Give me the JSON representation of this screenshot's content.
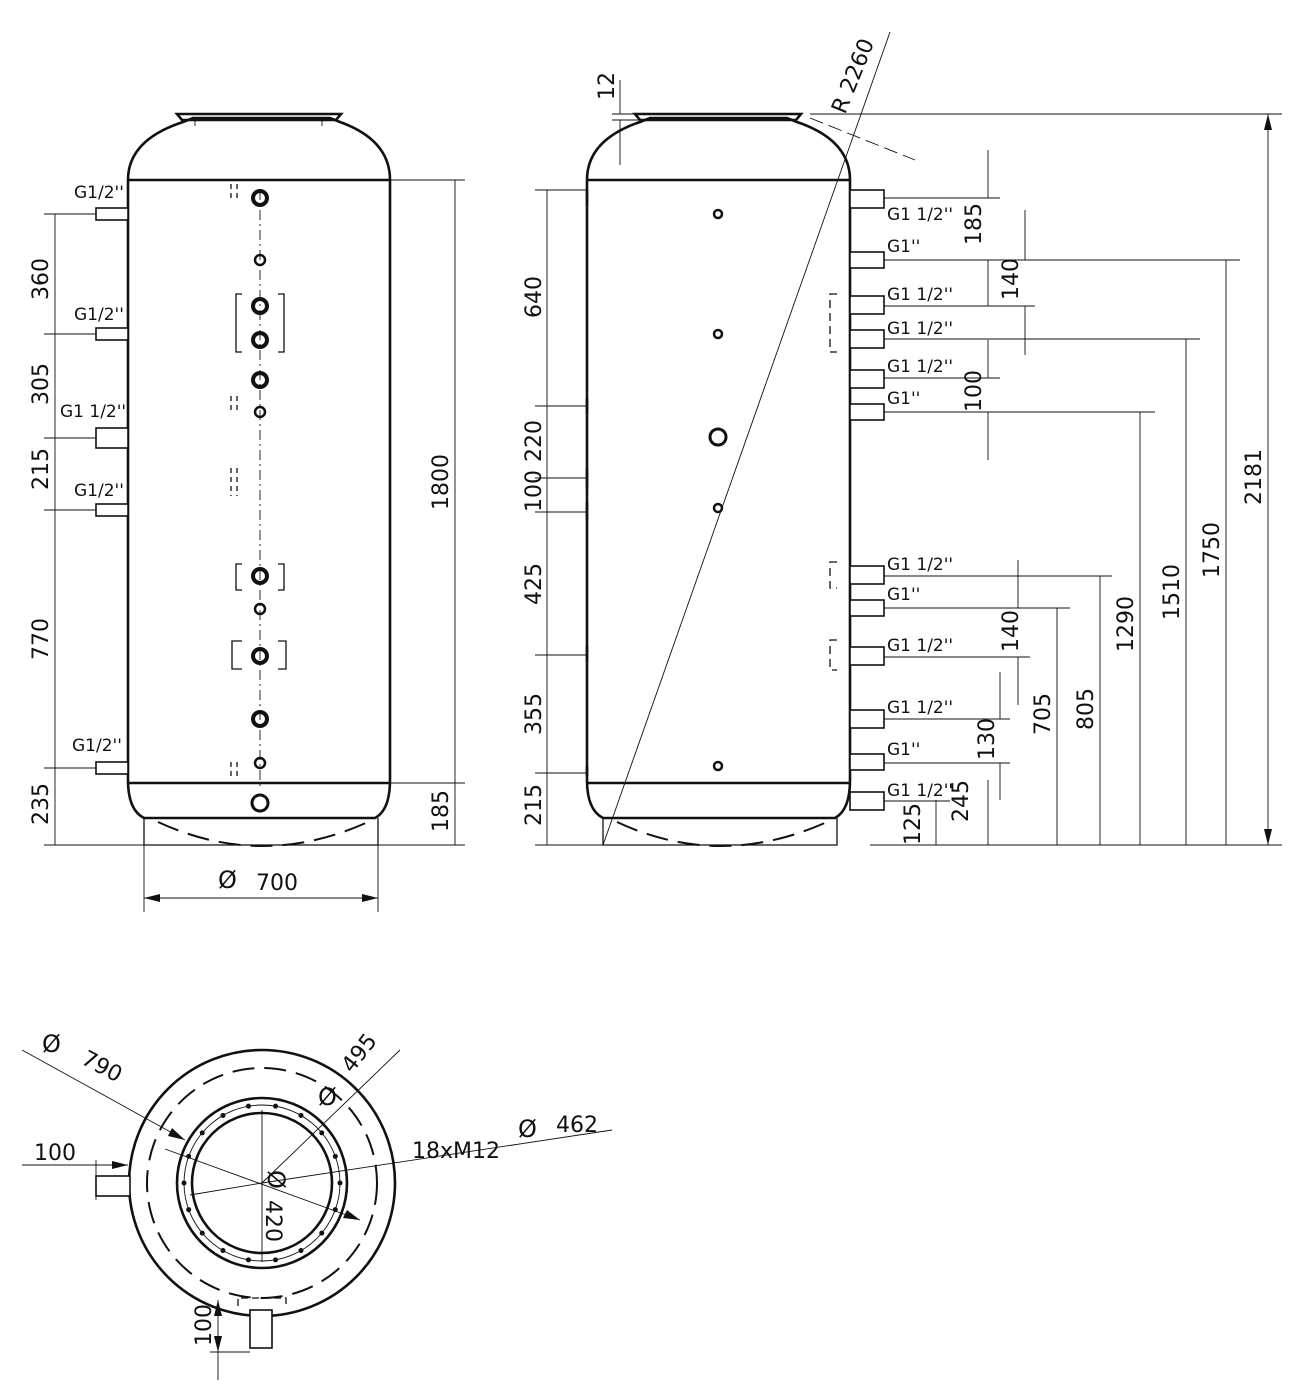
{
  "front_view": {
    "left_connection_labels": [
      "G1/2''",
      "G1/2''",
      "G1 1/2''",
      "G1/2''",
      "G1/2''"
    ],
    "left_dimensions": [
      "360",
      "305",
      "215",
      "770",
      "235"
    ],
    "height_dimensions": [
      "1800",
      "185"
    ],
    "diameter_symbol": "Ø",
    "diameter": "700"
  },
  "side_view": {
    "top_dimension": "12",
    "radius": "R 2260",
    "left_dimensions": [
      "640",
      "220",
      "100",
      "425",
      "355",
      "215"
    ],
    "connection_labels": [
      "G1 1/2''",
      "G1''",
      "G1 1/2''",
      "G1 1/2''",
      "G1 1/2''",
      "G1''",
      "G1 1/2''",
      "G1''",
      "G1 1/2''",
      "G1 1/2''",
      "G1''",
      "G1 1/2''"
    ],
    "local_dimensions": [
      "185",
      "140",
      "100",
      "140",
      "130",
      "245",
      "125"
    ],
    "height_dimensions": [
      "705",
      "805",
      "1290",
      "1510",
      "1750",
      "2181"
    ]
  },
  "top_view": {
    "diameter_symbol": "Ø",
    "outer_diameter": "790",
    "flange_diameter": "495",
    "bolts": "18xM12",
    "bolt_circle_diameter": "462",
    "opening_diameter": "420",
    "connection_left": "100",
    "connection_bottom": "100"
  }
}
